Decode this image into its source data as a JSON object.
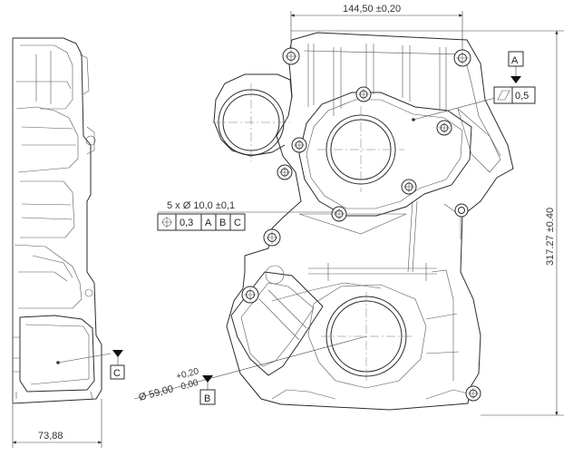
{
  "dimensions": {
    "width_top": "144,50 ±0,20",
    "height_right": "317.27 ±0.40",
    "width_bottom_left": "73,88"
  },
  "datums": {
    "A": "A",
    "B": "B",
    "C": "C"
  },
  "flatness_frame": {
    "symbol": "flatness-icon",
    "tolerance": "0,5"
  },
  "hole_callout": {
    "text": "5 x Ø 10,0 ±0,1",
    "symbol": "position-icon",
    "tolerance": "0,3",
    "datum_1": "A",
    "datum_2": "B",
    "datum_3": "C"
  },
  "bore_callout": {
    "diameter": "Ø 59,00",
    "upper_tol": "+0,20",
    "lower_tol": "0,00"
  }
}
